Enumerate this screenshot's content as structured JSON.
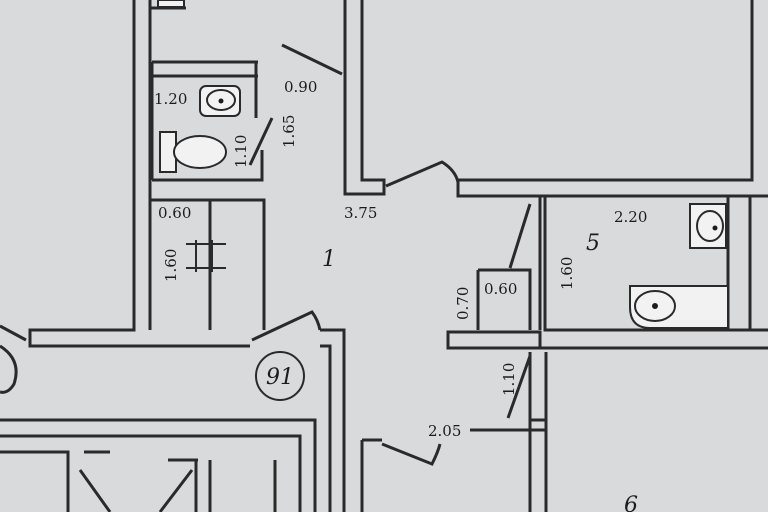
{
  "room_numbers": {
    "hall": "1",
    "bathroom": "5",
    "apartment": "91",
    "room_bottom": "6"
  },
  "dimensions": {
    "wc_door": "0.90",
    "wc_width": "1.20",
    "wc_depth": "1.10",
    "wc_height": "1.65",
    "hall_width": "3.75",
    "closet_width": "0.60",
    "closet_depth": "1.60",
    "bath_width": "2.20",
    "bath_depth": "1.60",
    "niche_width": "0.60",
    "niche_depth": "0.70",
    "corridor_width": "1.10",
    "corridor_length": "2.05"
  },
  "colors": {
    "paper": "#d9dadc",
    "wall": "#2a2a2a",
    "fixture": "#f2f2f2"
  }
}
